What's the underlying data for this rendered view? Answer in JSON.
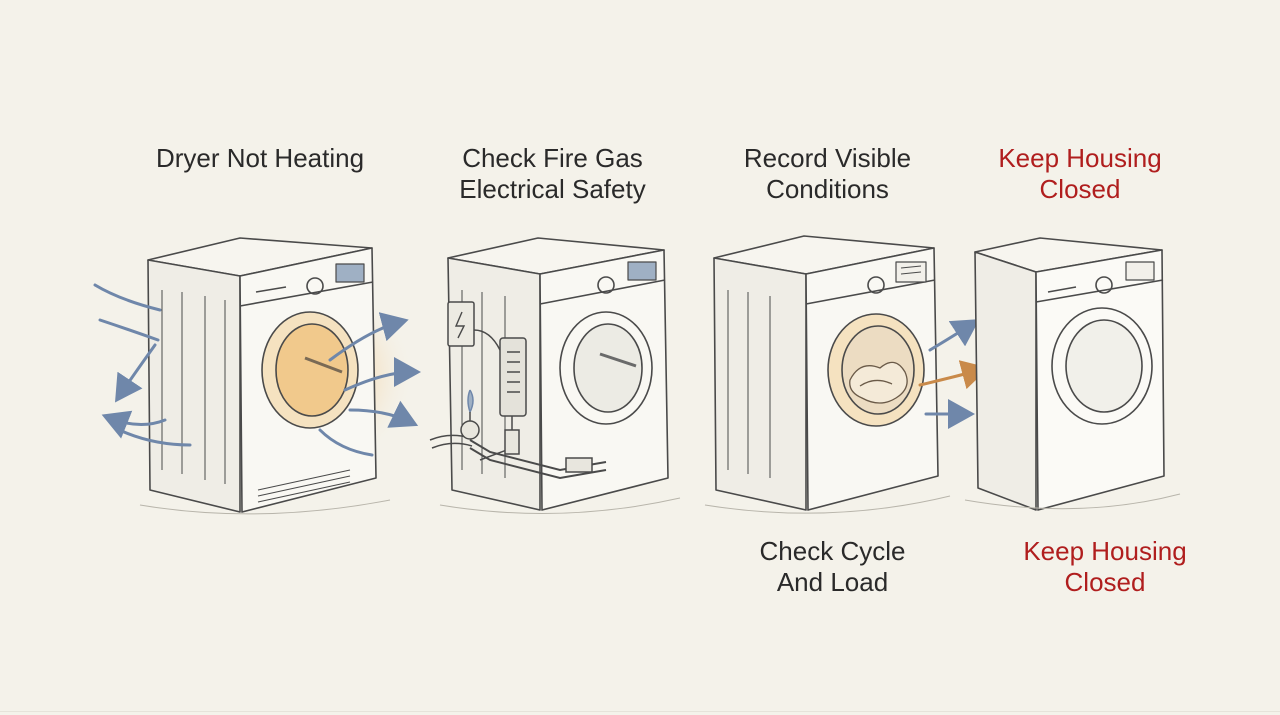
{
  "labels": {
    "step1": {
      "line1": "Dryer Not Heating"
    },
    "step2": {
      "line1": "Check Fire Gas",
      "line2": "Electrical Safety"
    },
    "step3": {
      "line1": "Record Visible",
      "line2": "Conditions"
    },
    "step4": {
      "line1": "Keep Housing",
      "line2": "Closed"
    },
    "step5": {
      "line1": "Check Cycle",
      "line2": "And Load"
    },
    "step6": {
      "line1": "Keep Housing",
      "line2": "Closed"
    }
  },
  "colors": {
    "warning": "#b01e1e",
    "text": "#2a2a2a",
    "airflow": "#6f87aa",
    "heat": "#f1b35a",
    "sketch": "#4a4a4a",
    "background": "#f4f2ea"
  },
  "icons": [
    "dryer-icon",
    "airflow-arrow-icon",
    "gas-valve-icon",
    "electrical-box-icon",
    "clothes-load-icon"
  ]
}
